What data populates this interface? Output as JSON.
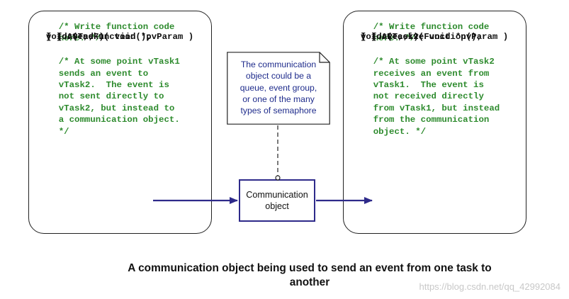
{
  "task1": {
    "code_lines": [
      {
        "text": "void vTask1( void *pvParam )",
        "kind": "code"
      },
      {
        "text": "{",
        "kind": "code"
      },
      {
        "text": "  for( ;; )",
        "kind": "code"
      },
      {
        "text": "  {",
        "kind": "code"
      },
      {
        "text": "    /* Write function code",
        "kind": "comment"
      },
      {
        "text": "    here. */",
        "kind": "comment"
      },
      {
        "text": "    ....",
        "kind": "code"
      },
      {
        "text": "",
        "kind": "blank"
      },
      {
        "text": "    /* At some point vTask1",
        "kind": "comment"
      },
      {
        "text": "    sends an event to",
        "kind": "comment"
      },
      {
        "text": "    vTask2.  The event is",
        "kind": "comment"
      },
      {
        "text": "    not sent directly to",
        "kind": "comment"
      },
      {
        "text": "    vTask2, but instead to",
        "kind": "comment"
      },
      {
        "text": "    a communication object.",
        "kind": "comment"
      },
      {
        "text": "    */",
        "kind": "comment"
      },
      {
        "text": "    ASendFunction();",
        "kind": "code"
      },
      {
        "text": "  }",
        "kind": "code"
      },
      {
        "text": "}",
        "kind": "code"
      }
    ]
  },
  "task2": {
    "code_lines": [
      {
        "text": "void vTask2( void *pvParam )",
        "kind": "code"
      },
      {
        "text": "{",
        "kind": "code"
      },
      {
        "text": "  for( ;; )",
        "kind": "code"
      },
      {
        "text": "  {",
        "kind": "code"
      },
      {
        "text": "    /* Write function code",
        "kind": "comment"
      },
      {
        "text": "    here. */",
        "kind": "comment"
      },
      {
        "text": "    ....",
        "kind": "code"
      },
      {
        "text": "",
        "kind": "blank"
      },
      {
        "text": "    /* At some point vTask2",
        "kind": "comment"
      },
      {
        "text": "    receives an event from",
        "kind": "comment"
      },
      {
        "text": "    vTask1.  The event is",
        "kind": "comment"
      },
      {
        "text": "    not received directly",
        "kind": "comment"
      },
      {
        "text": "    from vTask1, but instead",
        "kind": "comment"
      },
      {
        "text": "    from the communication",
        "kind": "comment"
      },
      {
        "text": "    object. */",
        "kind": "comment"
      },
      {
        "text": "    AReceiveFunction();",
        "kind": "code"
      },
      {
        "text": "  }",
        "kind": "code"
      },
      {
        "text": "}",
        "kind": "code"
      }
    ]
  },
  "note": {
    "lines": [
      "The communication",
      "object could be a",
      "queue, event group,",
      "or one of the many",
      "types of semaphore"
    ]
  },
  "comm_object": {
    "line1": "Communication",
    "line2": "object"
  },
  "caption": {
    "line1": "A communication object being used to send an event from one task to",
    "line2": "another"
  },
  "watermark": "https://blog.csdn.net/qq_42992084",
  "colors": {
    "code": "#111111",
    "comment": "#2e8b2e",
    "note_text": "#1f2c8c",
    "arrow": "#2e2a8a",
    "box_border": "#222222"
  }
}
